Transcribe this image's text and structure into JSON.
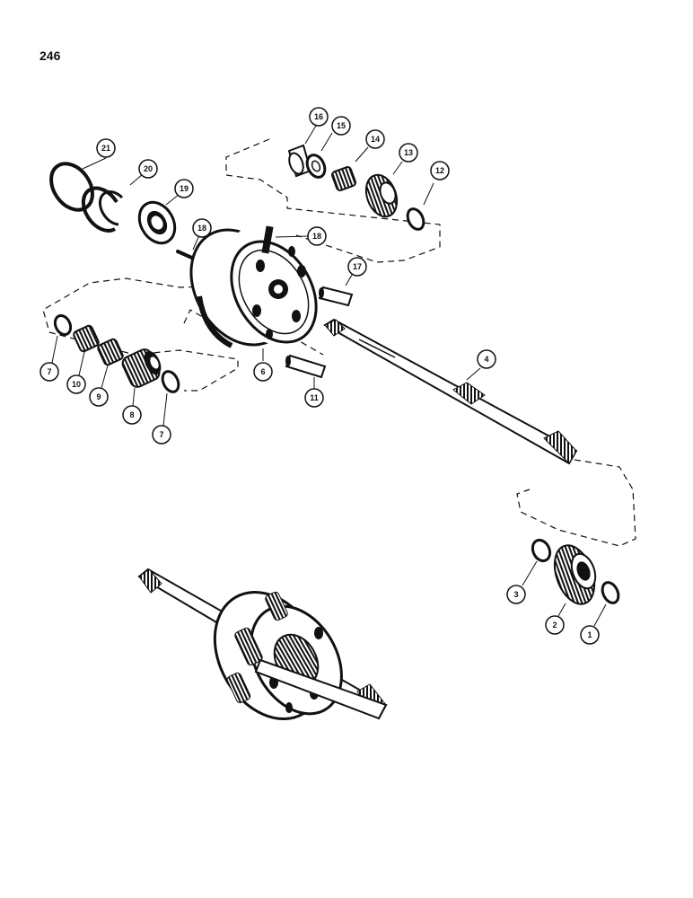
{
  "page": {
    "number": "246"
  },
  "callouts": [
    {
      "id": "c21",
      "label": "21"
    },
    {
      "id": "c20",
      "label": "20"
    },
    {
      "id": "c19",
      "label": "19"
    },
    {
      "id": "c18a",
      "label": "18"
    },
    {
      "id": "c18b",
      "label": "18"
    },
    {
      "id": "c16",
      "label": "16"
    },
    {
      "id": "c15",
      "label": "15"
    },
    {
      "id": "c14",
      "label": "14"
    },
    {
      "id": "c13",
      "label": "13"
    },
    {
      "id": "c12",
      "label": "12"
    },
    {
      "id": "c17",
      "label": "17"
    },
    {
      "id": "c7a",
      "label": "7"
    },
    {
      "id": "c10",
      "label": "10"
    },
    {
      "id": "c9",
      "label": "9"
    },
    {
      "id": "c8",
      "label": "8"
    },
    {
      "id": "c7b",
      "label": "7"
    },
    {
      "id": "c6",
      "label": "6"
    },
    {
      "id": "c11",
      "label": "11"
    },
    {
      "id": "c4",
      "label": "4"
    },
    {
      "id": "c3",
      "label": "3"
    },
    {
      "id": "c2",
      "label": "2"
    },
    {
      "id": "c1",
      "label": "1"
    }
  ]
}
